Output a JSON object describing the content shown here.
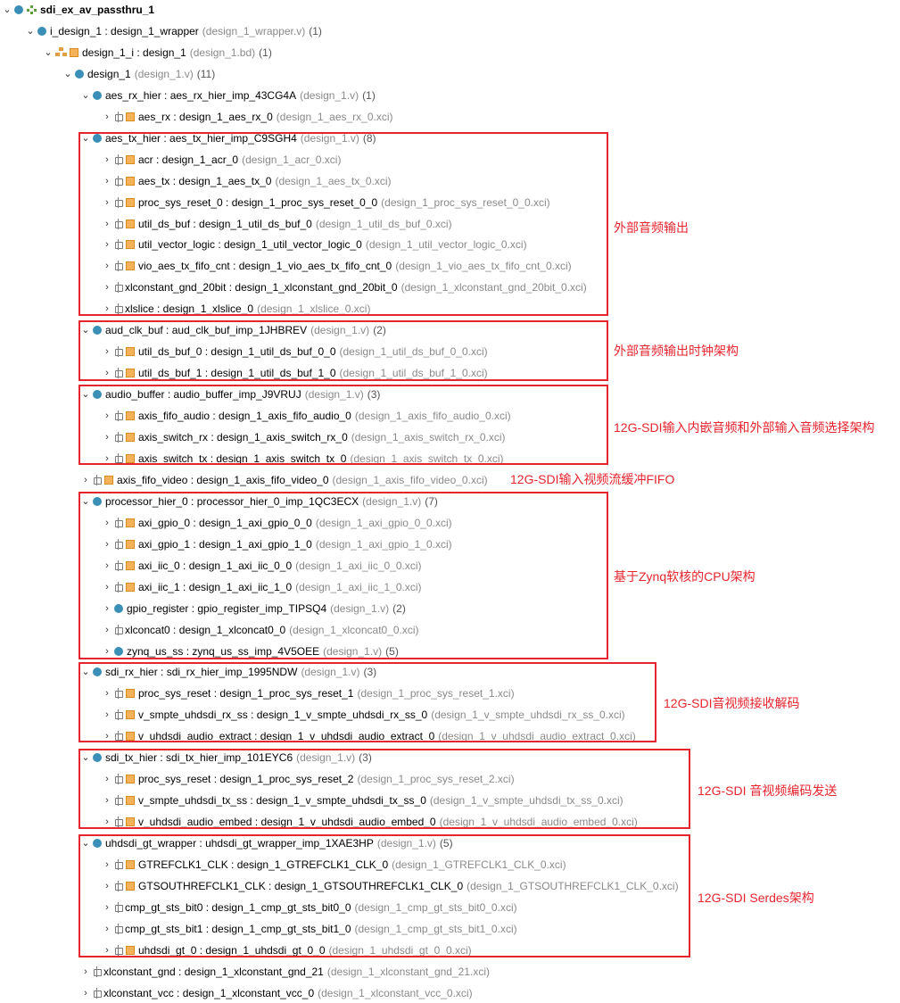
{
  "rows": [
    {
      "d": 0,
      "chev": "v",
      "icon": "grid-dot",
      "name": "sdi_ex_av_passthru_1",
      "file": "",
      "count": "",
      "bold": true
    },
    {
      "d": 1,
      "chev": "v",
      "icon": "dot",
      "name": "i_design_1 : design_1_wrapper",
      "file": "(design_1_wrapper.v)",
      "count": "(1)"
    },
    {
      "d": 2,
      "chev": "v",
      "icon": "bd-sq",
      "name": "design_1_i : design_1",
      "file": "(design_1.bd)",
      "count": "(1)"
    },
    {
      "d": 3,
      "chev": "v",
      "icon": "dot",
      "name": "design_1",
      "file": "(design_1.v)",
      "count": "(11)"
    },
    {
      "d": 4,
      "chev": "v",
      "icon": "dot",
      "name": "aes_rx_hier : aes_rx_hier_imp_43CG4A",
      "file": "(design_1.v)",
      "count": "(1)"
    },
    {
      "d": 5,
      "chev": ">",
      "icon": "port-sq",
      "name": "aes_rx : design_1_aes_rx_0",
      "file": "(design_1_aes_rx_0.xci)",
      "count": ""
    },
    {
      "d": 4,
      "chev": "v",
      "icon": "dot",
      "name": "aes_tx_hier : aes_tx_hier_imp_C9SGH4",
      "file": "(design_1.v)",
      "count": "(8)"
    },
    {
      "d": 5,
      "chev": ">",
      "icon": "port-sq",
      "name": "acr : design_1_acr_0",
      "file": "(design_1_acr_0.xci)",
      "count": ""
    },
    {
      "d": 5,
      "chev": ">",
      "icon": "port-sq",
      "name": "aes_tx : design_1_aes_tx_0",
      "file": "(design_1_aes_tx_0.xci)",
      "count": ""
    },
    {
      "d": 5,
      "chev": ">",
      "icon": "port-sq",
      "name": "proc_sys_reset_0 : design_1_proc_sys_reset_0_0",
      "file": "(design_1_proc_sys_reset_0_0.xci)",
      "count": ""
    },
    {
      "d": 5,
      "chev": ">",
      "icon": "port-sq",
      "name": "util_ds_buf : design_1_util_ds_buf_0",
      "file": "(design_1_util_ds_buf_0.xci)",
      "count": ""
    },
    {
      "d": 5,
      "chev": ">",
      "icon": "port-sq",
      "name": "util_vector_logic : design_1_util_vector_logic_0",
      "file": "(design_1_util_vector_logic_0.xci)",
      "count": ""
    },
    {
      "d": 5,
      "chev": ">",
      "icon": "port-sq",
      "name": "vio_aes_tx_fifo_cnt : design_1_vio_aes_tx_fifo_cnt_0",
      "file": "(design_1_vio_aes_tx_fifo_cnt_0.xci)",
      "count": ""
    },
    {
      "d": 5,
      "chev": ">",
      "icon": "port",
      "name": "xlconstant_gnd_20bit : design_1_xlconstant_gnd_20bit_0",
      "file": "(design_1_xlconstant_gnd_20bit_0.xci)",
      "count": ""
    },
    {
      "d": 5,
      "chev": ">",
      "icon": "port",
      "name": "xlslice : design_1_xlslice_0",
      "file": "(design_1_xlslice_0.xci)",
      "count": ""
    },
    {
      "d": 4,
      "chev": "v",
      "icon": "dot",
      "name": "aud_clk_buf : aud_clk_buf_imp_1JHBREV",
      "file": "(design_1.v)",
      "count": "(2)"
    },
    {
      "d": 5,
      "chev": ">",
      "icon": "port-sq",
      "name": "util_ds_buf_0 : design_1_util_ds_buf_0_0",
      "file": "(design_1_util_ds_buf_0_0.xci)",
      "count": ""
    },
    {
      "d": 5,
      "chev": ">",
      "icon": "port-sq",
      "name": "util_ds_buf_1 : design_1_util_ds_buf_1_0",
      "file": "(design_1_util_ds_buf_1_0.xci)",
      "count": ""
    },
    {
      "d": 4,
      "chev": "v",
      "icon": "dot",
      "name": "audio_buffer : audio_buffer_imp_J9VRUJ",
      "file": "(design_1.v)",
      "count": "(3)"
    },
    {
      "d": 5,
      "chev": ">",
      "icon": "port-sq",
      "name": "axis_fifo_audio : design_1_axis_fifo_audio_0",
      "file": "(design_1_axis_fifo_audio_0.xci)",
      "count": ""
    },
    {
      "d": 5,
      "chev": ">",
      "icon": "port-sq",
      "name": "axis_switch_rx : design_1_axis_switch_rx_0",
      "file": "(design_1_axis_switch_rx_0.xci)",
      "count": ""
    },
    {
      "d": 5,
      "chev": ">",
      "icon": "port-sq",
      "name": "axis_switch_tx : design_1_axis_switch_tx_0",
      "file": "(design_1_axis_switch_tx_0.xci)",
      "count": ""
    },
    {
      "d": 4,
      "chev": ">",
      "icon": "port-sq",
      "name": "axis_fifo_video : design_1_axis_fifo_video_0",
      "file": "(design_1_axis_fifo_video_0.xci)",
      "count": ""
    },
    {
      "d": 4,
      "chev": "v",
      "icon": "dot",
      "name": "processor_hier_0 : processor_hier_0_imp_1QC3ECX",
      "file": "(design_1.v)",
      "count": "(7)"
    },
    {
      "d": 5,
      "chev": ">",
      "icon": "port-sq",
      "name": "axi_gpio_0 : design_1_axi_gpio_0_0",
      "file": "(design_1_axi_gpio_0_0.xci)",
      "count": ""
    },
    {
      "d": 5,
      "chev": ">",
      "icon": "port-sq",
      "name": "axi_gpio_1 : design_1_axi_gpio_1_0",
      "file": "(design_1_axi_gpio_1_0.xci)",
      "count": ""
    },
    {
      "d": 5,
      "chev": ">",
      "icon": "port-sq",
      "name": "axi_iic_0 : design_1_axi_iic_0_0",
      "file": "(design_1_axi_iic_0_0.xci)",
      "count": ""
    },
    {
      "d": 5,
      "chev": ">",
      "icon": "port-sq",
      "name": "axi_iic_1 : design_1_axi_iic_1_0",
      "file": "(design_1_axi_iic_1_0.xci)",
      "count": ""
    },
    {
      "d": 5,
      "chev": ">",
      "icon": "dot",
      "name": "gpio_register : gpio_register_imp_TIPSQ4",
      "file": "(design_1.v)",
      "count": "(2)"
    },
    {
      "d": 5,
      "chev": ">",
      "icon": "port",
      "name": "xlconcat0 : design_1_xlconcat0_0",
      "file": "(design_1_xlconcat0_0.xci)",
      "count": ""
    },
    {
      "d": 5,
      "chev": ">",
      "icon": "dot",
      "name": "zynq_us_ss : zynq_us_ss_imp_4V5OEE",
      "file": "(design_1.v)",
      "count": "(5)"
    },
    {
      "d": 4,
      "chev": "v",
      "icon": "dot",
      "name": "sdi_rx_hier : sdi_rx_hier_imp_1995NDW",
      "file": "(design_1.v)",
      "count": "(3)"
    },
    {
      "d": 5,
      "chev": ">",
      "icon": "port-sq",
      "name": "proc_sys_reset : design_1_proc_sys_reset_1",
      "file": "(design_1_proc_sys_reset_1.xci)",
      "count": ""
    },
    {
      "d": 5,
      "chev": ">",
      "icon": "port-sq",
      "name": "v_smpte_uhdsdi_rx_ss : design_1_v_smpte_uhdsdi_rx_ss_0",
      "file": "(design_1_v_smpte_uhdsdi_rx_ss_0.xci)",
      "count": ""
    },
    {
      "d": 5,
      "chev": ">",
      "icon": "port-sq",
      "name": "v_uhdsdi_audio_extract : design_1_v_uhdsdi_audio_extract_0",
      "file": "(design_1_v_uhdsdi_audio_extract_0.xci)",
      "count": ""
    },
    {
      "d": 4,
      "chev": "v",
      "icon": "dot",
      "name": "sdi_tx_hier : sdi_tx_hier_imp_101EYC6",
      "file": "(design_1.v)",
      "count": "(3)"
    },
    {
      "d": 5,
      "chev": ">",
      "icon": "port-sq",
      "name": "proc_sys_reset : design_1_proc_sys_reset_2",
      "file": "(design_1_proc_sys_reset_2.xci)",
      "count": ""
    },
    {
      "d": 5,
      "chev": ">",
      "icon": "port-sq",
      "name": "v_smpte_uhdsdi_tx_ss : design_1_v_smpte_uhdsdi_tx_ss_0",
      "file": "(design_1_v_smpte_uhdsdi_tx_ss_0.xci)",
      "count": ""
    },
    {
      "d": 5,
      "chev": ">",
      "icon": "port-sq",
      "name": "v_uhdsdi_audio_embed : design_1_v_uhdsdi_audio_embed_0",
      "file": "(design_1_v_uhdsdi_audio_embed_0.xci)",
      "count": ""
    },
    {
      "d": 4,
      "chev": "v",
      "icon": "dot",
      "name": "uhdsdi_gt_wrapper : uhdsdi_gt_wrapper_imp_1XAE3HP",
      "file": "(design_1.v)",
      "count": "(5)"
    },
    {
      "d": 5,
      "chev": ">",
      "icon": "port-sq",
      "name": "GTREFCLK1_CLK : design_1_GTREFCLK1_CLK_0",
      "file": "(design_1_GTREFCLK1_CLK_0.xci)",
      "count": ""
    },
    {
      "d": 5,
      "chev": ">",
      "icon": "port-sq",
      "name": "GTSOUTHREFCLK1_CLK : design_1_GTSOUTHREFCLK1_CLK_0",
      "file": "(design_1_GTSOUTHREFCLK1_CLK_0.xci)",
      "count": ""
    },
    {
      "d": 5,
      "chev": ">",
      "icon": "port",
      "name": "cmp_gt_sts_bit0 : design_1_cmp_gt_sts_bit0_0",
      "file": "(design_1_cmp_gt_sts_bit0_0.xci)",
      "count": ""
    },
    {
      "d": 5,
      "chev": ">",
      "icon": "port",
      "name": "cmp_gt_sts_bit1 : design_1_cmp_gt_sts_bit1_0",
      "file": "(design_1_cmp_gt_sts_bit1_0.xci)",
      "count": ""
    },
    {
      "d": 5,
      "chev": ">",
      "icon": "port-sq",
      "name": "uhdsdi_gt_0 : design_1_uhdsdi_gt_0_0",
      "file": "(design_1_uhdsdi_gt_0_0.xci)",
      "count": ""
    },
    {
      "d": 4,
      "chev": ">",
      "icon": "port",
      "name": "xlconstant_gnd : design_1_xlconstant_gnd_21",
      "file": "(design_1_xlconstant_gnd_21.xci)",
      "count": ""
    },
    {
      "d": 4,
      "chev": ">",
      "icon": "port",
      "name": "xlconstant_vcc : design_1_xlconstant_vcc_0",
      "file": "(design_1_xlconstant_vcc_0.xci)",
      "count": ""
    }
  ],
  "annotations": {
    "aes_tx": "外部音频输出",
    "aud_clk": "外部音频输出时钟架构",
    "audio_buffer": "12G-SDI输入内嵌音频和外部输入音频选择架构",
    "fifo_video": "12G-SDI输入视频流缓冲FIFO",
    "processor": "基于Zynq软核的CPU架构",
    "sdi_rx": "12G-SDI音视频接收解码",
    "sdi_tx": "12G-SDI 音视频编码发送",
    "gt": "12G-SDI Serdes架构"
  },
  "colors": {
    "highlight": "#e6262e",
    "node_dot": "#3a8fb7",
    "ip_square": "#f4b25a",
    "file_text": "#8a8a8a"
  }
}
